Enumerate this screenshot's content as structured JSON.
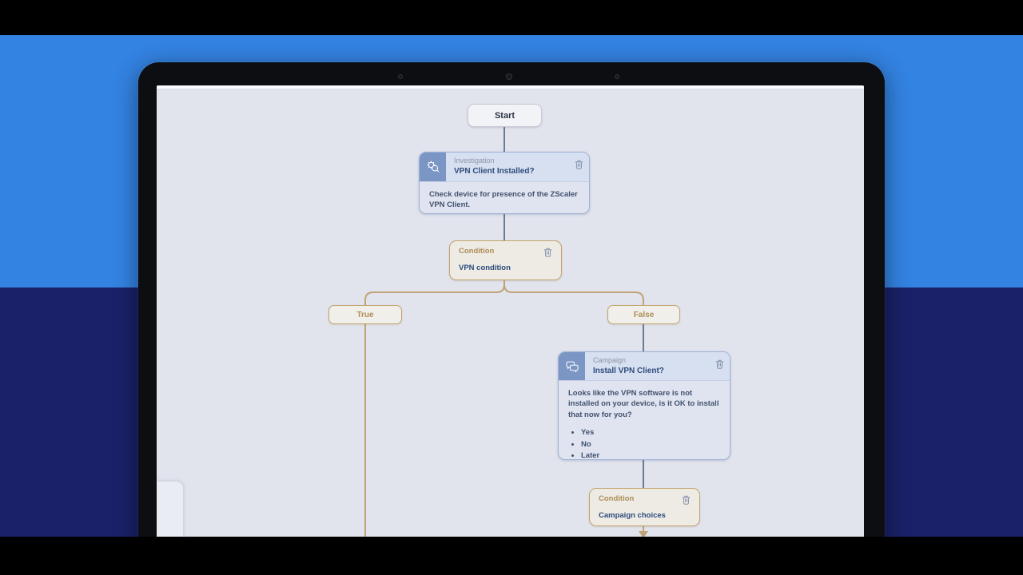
{
  "flow": {
    "start": {
      "label": "Start"
    },
    "investigation": {
      "type_label": "Investigation",
      "title": "VPN Client Installed?",
      "description": "Check device for presence of the ZScaler VPN Client."
    },
    "vpn_condition": {
      "type_label": "Condition",
      "name": "VPN condition"
    },
    "branches": {
      "true_label": "True",
      "false_label": "False"
    },
    "campaign": {
      "type_label": "Campaign",
      "title": "Install VPN Client?",
      "description": "Looks like the VPN software is not installed on your device, is it OK to install that now for you?",
      "options": [
        "Yes",
        "No",
        "Later"
      ]
    },
    "campaign_condition": {
      "type_label": "Condition",
      "name": "Campaign choices"
    }
  },
  "colors": {
    "background_blue": "#3383e2",
    "background_navy": "#1a2169",
    "canvas": "#e2e4ed",
    "node_border_blue": "#a0b3d6",
    "node_header_bg": "#d7e0f1",
    "node_body_bg": "#dfe4f0",
    "icon_box_bg": "#7b95c4",
    "title_text": "#2e4c7c",
    "type_label_text": "#8d95a6",
    "body_text": "#42526e",
    "condition_border": "#c2a46e",
    "condition_bg": "#edebe4",
    "condition_label_text": "#ae8d58",
    "connector_slate": "#6b7a95",
    "connector_tan": "#c0a376"
  }
}
